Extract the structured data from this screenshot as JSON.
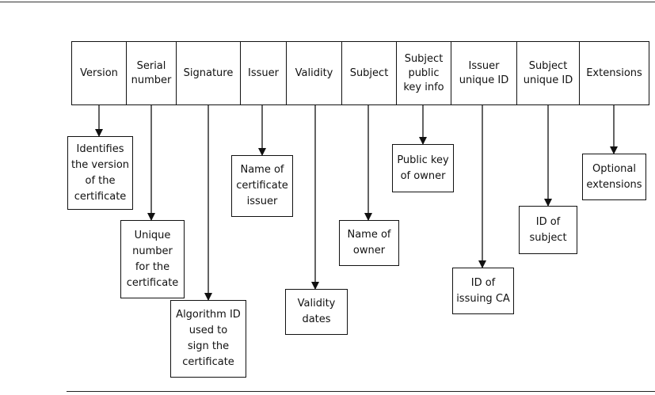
{
  "fields": [
    {
      "label": "Version"
    },
    {
      "label": "Serial\nnumber"
    },
    {
      "label": "Signature"
    },
    {
      "label": "Issuer"
    },
    {
      "label": "Validity"
    },
    {
      "label": "Subject"
    },
    {
      "label": "Subject\npublic\nkey info"
    },
    {
      "label": "Issuer\nunique ID"
    },
    {
      "label": "Subject\nunique ID"
    },
    {
      "label": "Extensions"
    }
  ],
  "descriptions": [
    {
      "text": "Identifies\nthe version\nof the\ncertificate"
    },
    {
      "text": "Unique\nnumber\nfor the\ncertificate"
    },
    {
      "text": "Algorithm ID\nused to\nsign the\ncertificate"
    },
    {
      "text": "Name of\ncertificate\nissuer"
    },
    {
      "text": "Validity\ndates"
    },
    {
      "text": "Name of\nowner"
    },
    {
      "text": "Public key\nof owner"
    },
    {
      "text": "ID of\nissuing CA"
    },
    {
      "text": "ID of\nsubject"
    },
    {
      "text": "Optional\nextensions"
    }
  ]
}
